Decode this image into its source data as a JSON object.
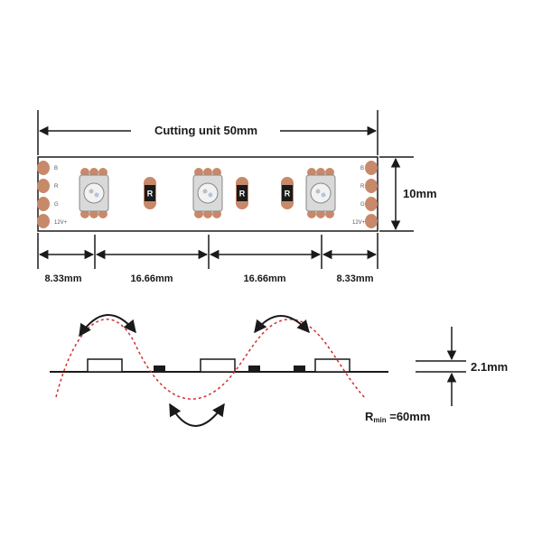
{
  "colors": {
    "line": "#1a1a1a",
    "copper_pad": "#c8896a",
    "led_body": "#d9d9d9",
    "resistor": "#1a1a1a",
    "bend_curve": "#d32f2f"
  },
  "strip": {
    "cutting_unit_label": "Cutting unit  50mm",
    "width_label": "10mm",
    "pad_labels": [
      "B",
      "R",
      "G",
      "12V+"
    ],
    "resistor_label": "R",
    "segments": [
      {
        "label": "8.33mm"
      },
      {
        "label": "16.66mm"
      },
      {
        "label": "16.66mm"
      },
      {
        "label": "8.33mm"
      }
    ]
  },
  "profile": {
    "thickness_label": "2.1mm",
    "rmin_prefix": "R",
    "rmin_sub": "min",
    "rmin_value": " =60mm"
  }
}
